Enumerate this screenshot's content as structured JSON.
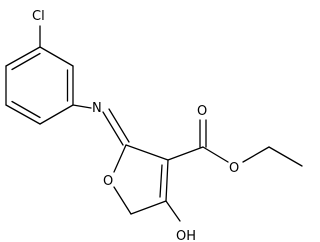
{
  "molecule": {
    "atoms": {
      "cl": "Cl",
      "n": "N",
      "o_ring": "O",
      "o_carbonyl": "O",
      "o_ester": "O",
      "oh": "OH"
    }
  }
}
